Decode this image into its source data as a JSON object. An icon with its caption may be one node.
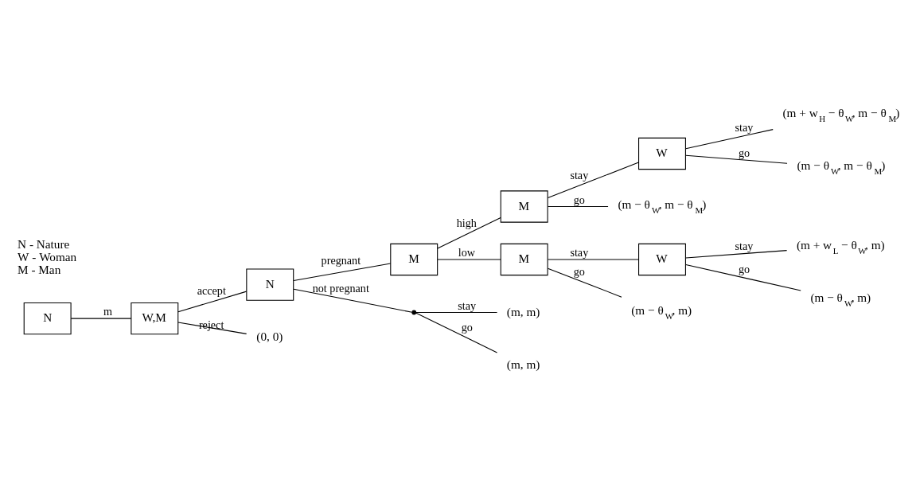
{
  "diagram": {
    "nodes": [
      {
        "text": [
          "N"
        ]
      },
      {
        "text": [
          "W,M"
        ]
      },
      {
        "text": [
          "N"
        ]
      },
      {
        "text": [
          "M"
        ]
      },
      {
        "text": [
          "M"
        ]
      },
      {
        "text": [
          "W"
        ]
      },
      {
        "text": [
          "M"
        ]
      },
      {
        "text": [
          "W"
        ]
      },
      {
        "text": [
          "(m + w$_{H}$ − θ$_{W}$, m − θ$_{M}$)"
        ]
      },
      {
        "text": [
          "(m − θ$_{W}$, m − θ$_{M}$)"
        ]
      },
      {
        "text": [
          "(m − θ$_{W}$, m − θ$_{M}$)"
        ]
      },
      {
        "text": [
          "(m + w$_{L}$ − θ$_{W}$, m)"
        ]
      },
      {
        "text": [
          "(m − θ$_{W}$, m)"
        ]
      },
      {
        "text": [
          "(m − θ$_{W}$, m)"
        ]
      },
      {
        "text": [],
        "shape": "point"
      },
      {
        "text": [
          "(m, m)"
        ]
      },
      {
        "text": [
          "(m, m)"
        ]
      },
      {
        "text": [
          "(0, 0)"
        ]
      }
    ],
    "edges": [
      {
        "from": 0,
        "to": 1,
        "arrow": "none",
        "label": "m"
      },
      {
        "from": 1,
        "to": 2,
        "arrow": "none",
        "label": "accept"
      },
      {
        "from": 2,
        "to": 3,
        "arrow": "none",
        "label": "pregnant"
      },
      {
        "from": 3,
        "to": 4,
        "arrow": "none",
        "label": "high"
      },
      {
        "from": 4,
        "to": 5,
        "arrow": "none",
        "label": "stay"
      },
      {
        "from": 5,
        "to": 8,
        "arrow": "none",
        "label": "stay"
      },
      {
        "from": 5,
        "to": 9,
        "arrow": "none",
        "label": "go"
      },
      {
        "from": 4,
        "to": 10,
        "arrow": "none",
        "label": "go"
      },
      {
        "from": 3,
        "to": 6,
        "arrow": "none",
        "label": "low"
      },
      {
        "from": 6,
        "to": 7,
        "arrow": "none",
        "label": "stay"
      },
      {
        "from": 7,
        "to": 11,
        "arrow": "none",
        "label": "stay"
      },
      {
        "from": 7,
        "to": 12,
        "arrow": "none",
        "label": "go"
      },
      {
        "from": 6,
        "to": 13,
        "arrow": "none",
        "label": "go"
      },
      {
        "from": 2,
        "to": 14,
        "arrow": "none",
        "label": "not pregnant"
      },
      {
        "from": 14,
        "to": 15,
        "arrow": "none",
        "label": "stay"
      },
      {
        "from": 14,
        "to": 16,
        "arrow": "none",
        "label": "go"
      },
      {
        "from": 1,
        "to": 17,
        "arrow": "none",
        "label": "reject"
      }
    ],
    "labels": [
      "N - Nature",
      "W - Woman",
      "M - Man"
    ]
  }
}
